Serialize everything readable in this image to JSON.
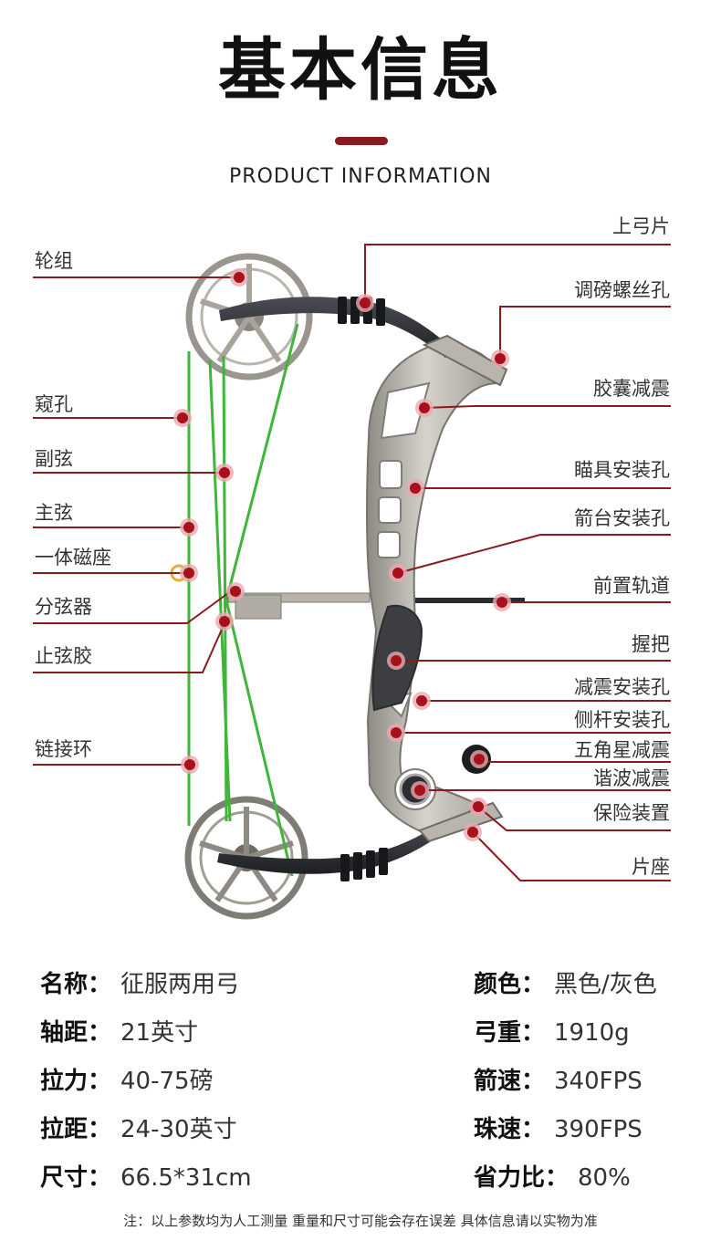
{
  "header": {
    "title": "基本信息",
    "subtitle": "PRODUCT INFORMATION",
    "accent_color": "#8b1a1f"
  },
  "callouts": {
    "left": [
      "轮组",
      "窥孔",
      "副弦",
      "主弦",
      "一体磁座",
      "分弦器",
      "止弦胶",
      "链接环"
    ],
    "right": [
      "上弓片",
      "调磅螺丝孔",
      "胶囊减震",
      "瞄具安装孔",
      "箭台安装孔",
      "前置轨道",
      "握把",
      "减震安装孔",
      "侧杆安装孔",
      "五角星减震",
      "谐波减震",
      "保险装置",
      "片座"
    ]
  },
  "specs": {
    "left": [
      {
        "key": "名称：",
        "value": "征服两用弓"
      },
      {
        "key": "轴距：",
        "value": "21英寸"
      },
      {
        "key": "拉力：",
        "value": "40-75磅"
      },
      {
        "key": "拉距：",
        "value": "24-30英寸"
      },
      {
        "key": "尺寸：",
        "value": "66.5*31cm"
      }
    ],
    "right": [
      {
        "key": "颜色：",
        "value": "黑色/灰色"
      },
      {
        "key": "弓重：",
        "value": "1910g"
      },
      {
        "key": "箭速：",
        "value": "340FPS"
      },
      {
        "key": "珠速：",
        "value": "390FPS"
      },
      {
        "key": "省力比：",
        "value": "80%"
      }
    ]
  },
  "footer": {
    "note": "注：以上参数均为人工测量 重量和尺寸可能会存在误差 具体信息请以实物为准"
  }
}
